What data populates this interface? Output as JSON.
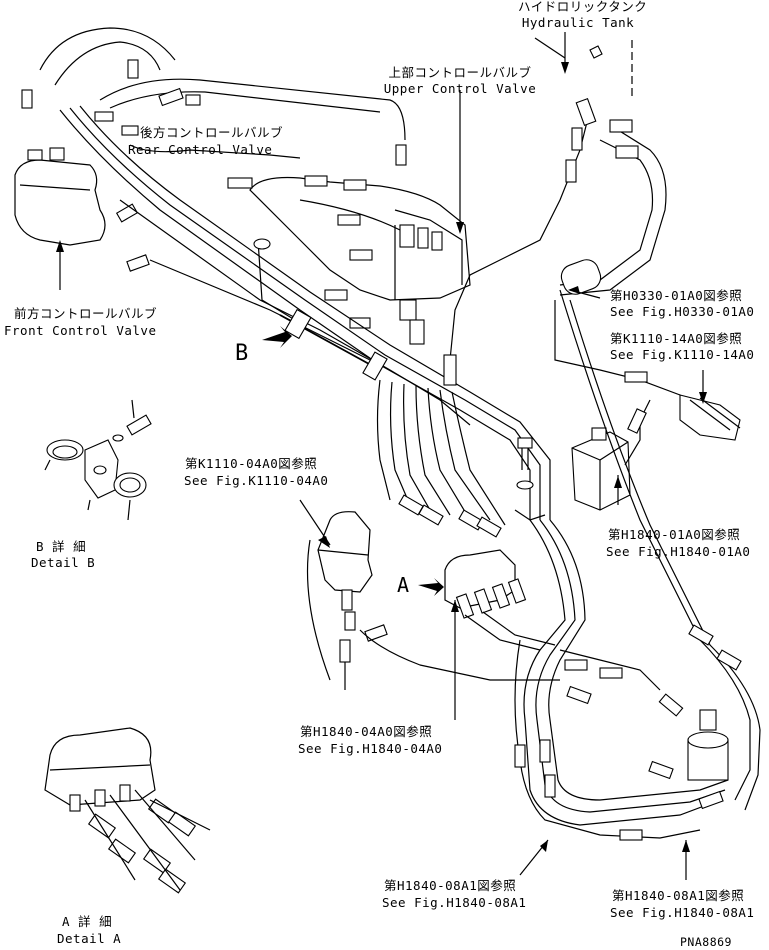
{
  "labels": {
    "hydraulic_tank_jp": "ハイドロリックタンク",
    "hydraulic_tank_en": "Hydraulic Tank",
    "upper_valve_jp": "上部コントロールバルブ",
    "upper_valve_en": "Upper Control Valve",
    "rear_valve_jp": "後方コントロールバルブ",
    "rear_valve_en": "Rear Control Valve",
    "front_valve_jp": "前方コントロールバルブ",
    "front_valve_en": "Front Control Valve",
    "detail_b_jp": "B 詳 細",
    "detail_b_en": "Detail B",
    "detail_a_jp": "A 詳 細",
    "detail_a_en": "Detail A",
    "marker_a": "A",
    "marker_b": "B",
    "drawing_no": "PNA8869"
  },
  "refs": [
    {
      "jp": "第H0330-01A0図参照",
      "en": "See Fig.H0330-01A0"
    },
    {
      "jp": "第K1110-14A0図参照",
      "en": "See Fig.K1110-14A0"
    },
    {
      "jp": "第K1110-04A0図参照",
      "en": "See Fig.K1110-04A0"
    },
    {
      "jp": "第H1840-01A0図参照",
      "en": "See Fig.H1840-01A0"
    },
    {
      "jp": "第H1840-04A0図参照",
      "en": "See Fig.H1840-04A0"
    },
    {
      "jp": "第H1840-08A1図参照",
      "en": "See Fig.H1840-08A1"
    },
    {
      "jp": "第H1840-08A1図参照",
      "en": "See Fig.H1840-08A1"
    }
  ]
}
